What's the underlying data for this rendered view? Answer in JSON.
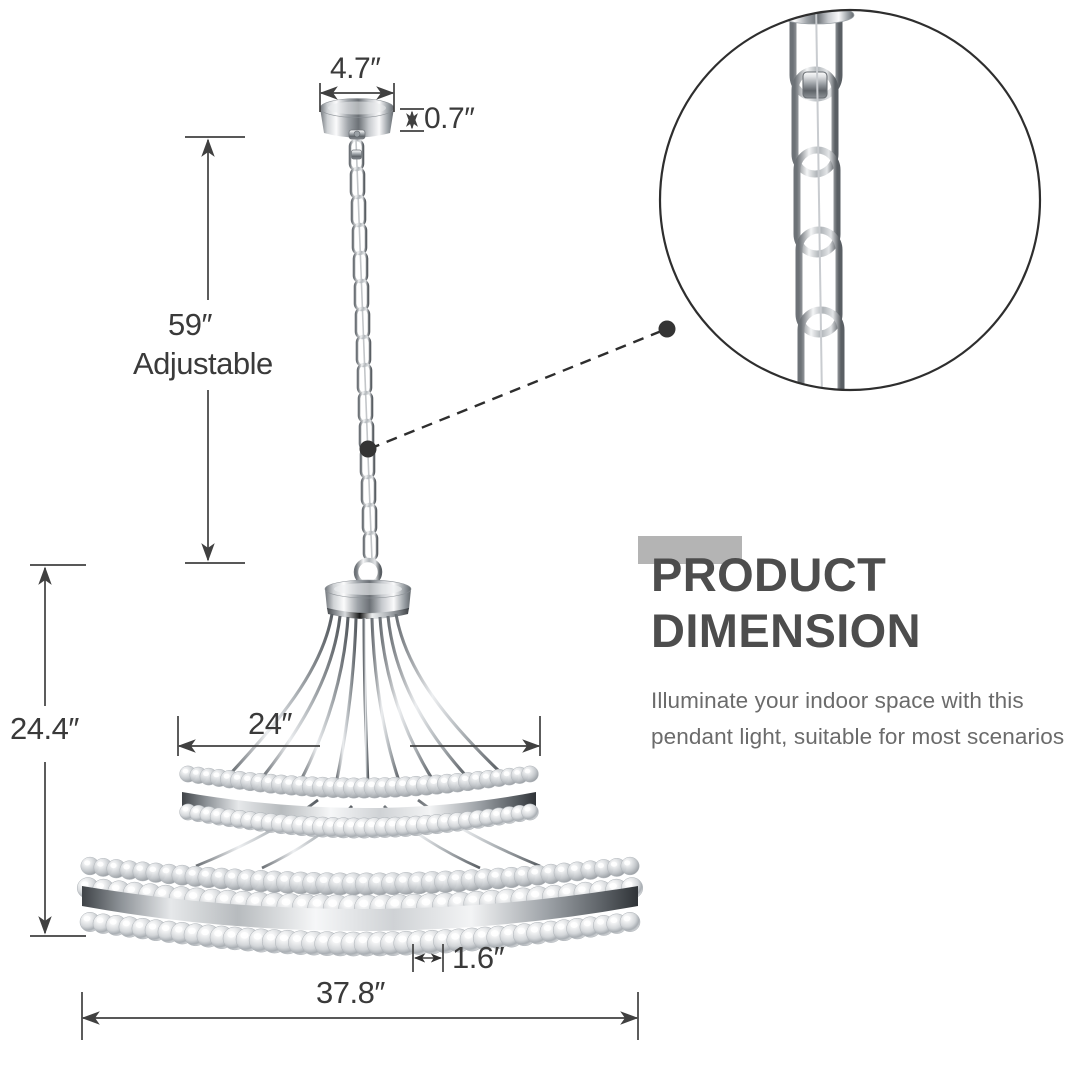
{
  "page": {
    "kind": "product-dimension-diagram",
    "product": "crystal bead two-tier pendant chandelier",
    "background_color": "#ffffff"
  },
  "info_panel": {
    "highlight_color": "#b4b4b4",
    "title_color": "#4d4d4d",
    "title_line1": "PRODUCT",
    "title_line2": "DIMENSION",
    "subtitle": "Illuminate your indoor space with this pendant light, suitable for most scenarios",
    "subtitle_color": "#6b6b6b"
  },
  "dimensions": {
    "canopy_diameter": "4.7″",
    "canopy_height": "0.7″",
    "chain_length": "59″",
    "chain_note": "Adjustable",
    "fixture_height": "24.4″",
    "upper_ring_diameter": "24″",
    "bead_diameter": "1.6″",
    "lower_ring_diameter": "37.8″"
  },
  "detail_callout": {
    "name": "chain-link-closeup",
    "shape": "circle",
    "leader_style": "dashed"
  },
  "colors": {
    "dimension_line": "#404040",
    "text": "#3a3a3a",
    "chrome_light": "#f2f3f4",
    "chrome_mid": "#b9bcc0",
    "chrome_dark": "#5d6166",
    "crystal": "#e9eaec"
  }
}
